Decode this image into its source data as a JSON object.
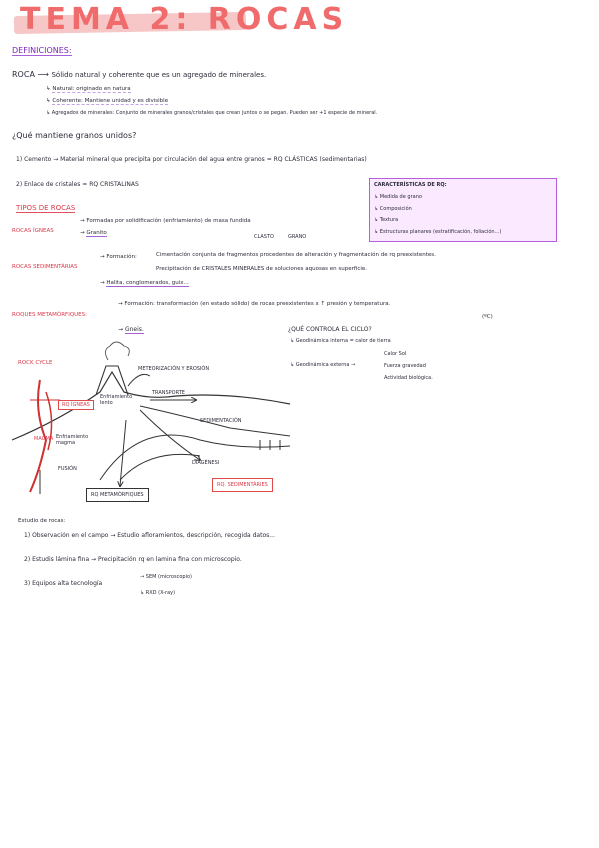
{
  "title": "TEMA 2: ROCAS",
  "definiciones": {
    "heading": "DEFINICIONES:",
    "roca_term": "ROCA",
    "roca_def": "Sólido natural y coherente que es un agregado de minerales.",
    "natural": "Natural: originado en natura",
    "coherente": "Coherente: Mantiene unidad y es divisible",
    "agregados": "Agregados de minerales: Conjunto de minerales granos/cristales que crean juntos o se pegan. Pueden ser +1 especie de mineral."
  },
  "question1": "¿Qué mantiene granos unidos?",
  "cemento": "1) Cemento → Material mineral que precipita por circulación del agua entre granos = RQ CLÁSTICAS (sedimentarias)",
  "enlace": "2) Enlace de cristales = RQ CRISTALINAS",
  "caracteristicas": {
    "title": "CARACTERÍSTICAS DE RQ:",
    "items": [
      "Medida de grano",
      "Composición",
      "Textura",
      "Estructuras planares (estratificación, foliación...)"
    ]
  },
  "tipos": {
    "heading": "TIPOS DE ROCAS",
    "igneas_label": "ROCAS ÍGNEAS",
    "igneas_1": "Formadas por solidificación (enfriamiento) de masa fundida",
    "igneas_2": "Granito",
    "sed_label": "ROCAS SEDIMENTÀRIAS",
    "sed_formacion": "Formación:",
    "sed_clasto": "CLASTO",
    "sed_grano": "GRANO",
    "sed_1": "Cimentación conjunta de fragmentos procedentes de alteración y fragmentación de rq preexistentes.",
    "sed_2": "Precipitación de CRISTALES MINERALES de soluciones aquosas en superficie.",
    "sed_3": "Halita, conglomerados, guix...",
    "met_label": "ROQUES METAMÒRFIQUES:",
    "met_1": "Formación: transformación (en estado sólido) de rocas preexistentes x ↑ presión y temperatura.",
    "met_unit": "(ºC)",
    "met_2": "Gneis."
  },
  "ciclo": {
    "question": "¿QUÉ CONTROLA EL CICLO?",
    "interna": "Geodinámica interna = calor de tierra",
    "externa": "Geodinámica externa",
    "externa_items": [
      "Calor Sol",
      "Fuerza gravedad",
      "Actividad biológica."
    ]
  },
  "diagram": {
    "title": "ROCK CYCLE",
    "meteorizacion": "METEORIZACIÓN Y EROSIÓN",
    "transporte": "TRANSPORTE",
    "sedimentacion": "SEDIMENTACIÓN",
    "diagenesi": "DIAGÉNESI",
    "rq_igneas": "RQ ÍGNEAS",
    "enfriamiento_lento": "Enfriamiento lento",
    "magma": "MAGMA",
    "enfriamiento_magma": "Enfriamiento magma",
    "fusion": "FUSIÓN",
    "rq_metamorficas": "RQ METAMÒRFIQUES",
    "rq_sedimentarias": "RQ. SEDIMENTÀRIES"
  },
  "estudio": {
    "heading": "Estudio de rocas:",
    "items": [
      "1) Observación en el campo → Estudio afloramientos, descripción, recogida datos...",
      "2) Estudis lámina fina → Precipitación rq en lamina fina con microscopio.",
      "3) Equipos alta tecnología"
    ],
    "sub": [
      "SEM (microscopio)",
      "RXD (X-ray)"
    ]
  },
  "colors": {
    "title": "#f06b6b",
    "accent_purple": "#7a22b8",
    "accent_red": "#d83a4a",
    "magma": "#d03030"
  }
}
